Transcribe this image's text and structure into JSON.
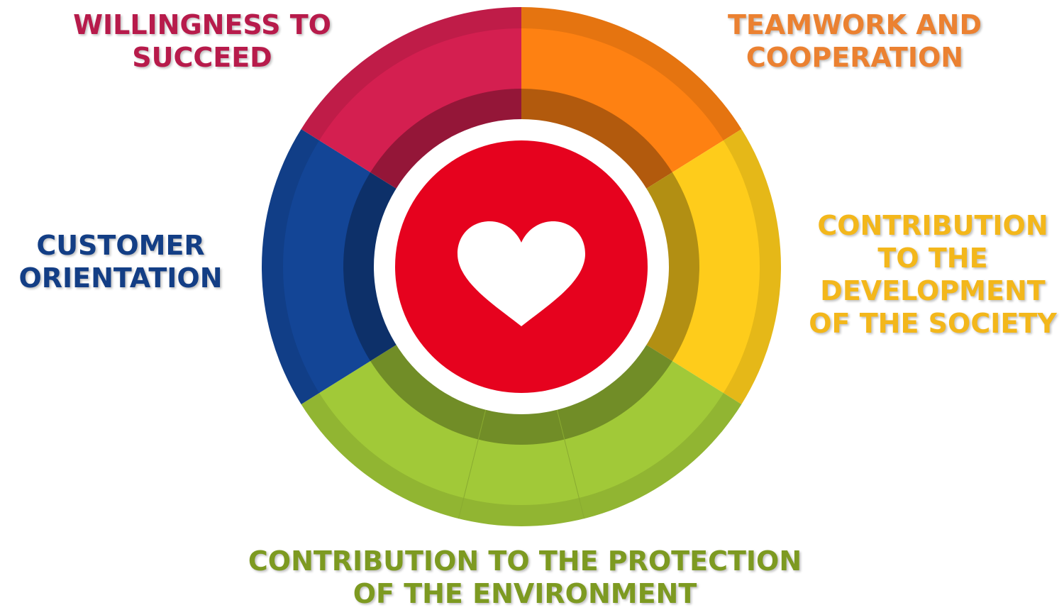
{
  "colors": {
    "willingness": "#d41f50",
    "teamwork": "#fe8112",
    "society": "#fecc1b",
    "environment": "#a1c938",
    "customer": "#134596",
    "core": "#e6021e",
    "willingness_text": "#b71b4b",
    "teamwork_text": "#eb8131",
    "society_text": "#f3b71b",
    "environment_text": "#7d9a21",
    "customer_text": "#133e85"
  },
  "center_icon": "heart-icon",
  "labels": {
    "willingness": [
      "WILLINGNESS TO",
      "SUCCEED"
    ],
    "teamwork": [
      "TEAMWORK AND",
      "COOPERATION"
    ],
    "society": [
      "CONTRIBUTION",
      "TO THE",
      "DEVELOPMENT",
      "OF THE SOCIETY"
    ],
    "customer": [
      "CUSTOMER",
      "ORIENTATION"
    ],
    "environment": [
      "CONTRIBUTION TO THE PROTECTION",
      "OF THE ENVIRONMENT"
    ]
  }
}
